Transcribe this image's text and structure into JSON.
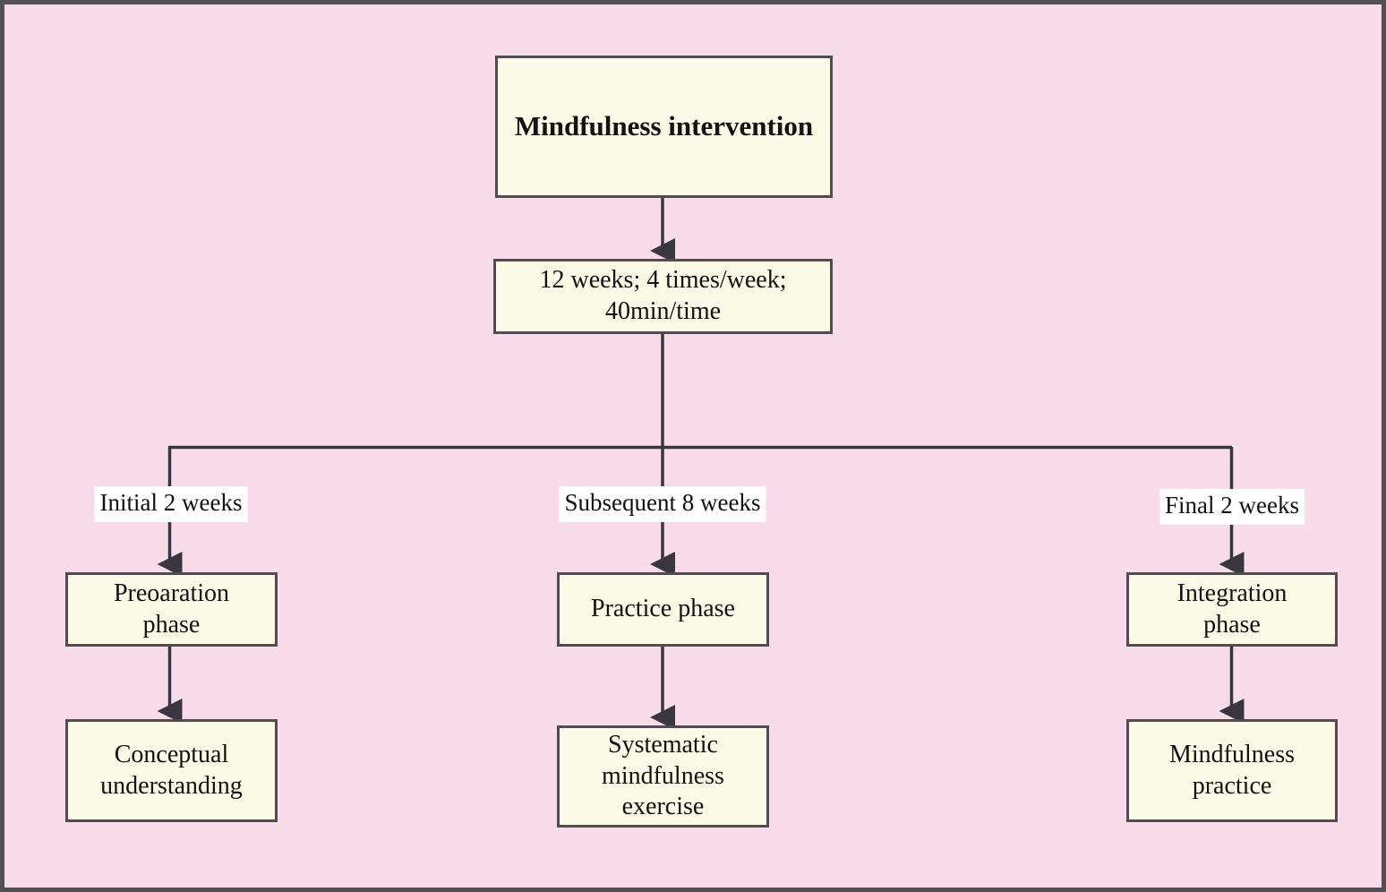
{
  "diagram": {
    "title": "Mindfulness intervention",
    "colors": {
      "background": "#f9dcea",
      "node_fill": "#fbfae6",
      "node_border": "#514c53",
      "canvas_border": "#555056",
      "edge_label_background": "#ffffff",
      "text": "#14100f"
    },
    "nodes": {
      "root": "Mindfulness intervention",
      "dose": "12 weeks; 4 times/week;\n40min/time",
      "phase_left": "Preoaration\nphase",
      "phase_center": "Practice phase",
      "phase_right": "Integration\nphase",
      "outcome_left": "Conceptual\nunderstanding",
      "outcome_center": "Systematic\nmindfulness\nexercise",
      "outcome_right": "Mindfulness\npractice"
    },
    "edge_labels": {
      "left": "Initial 2 weeks",
      "center": "Subsequent 8 weeks",
      "right": "Final 2 weeks"
    }
  }
}
